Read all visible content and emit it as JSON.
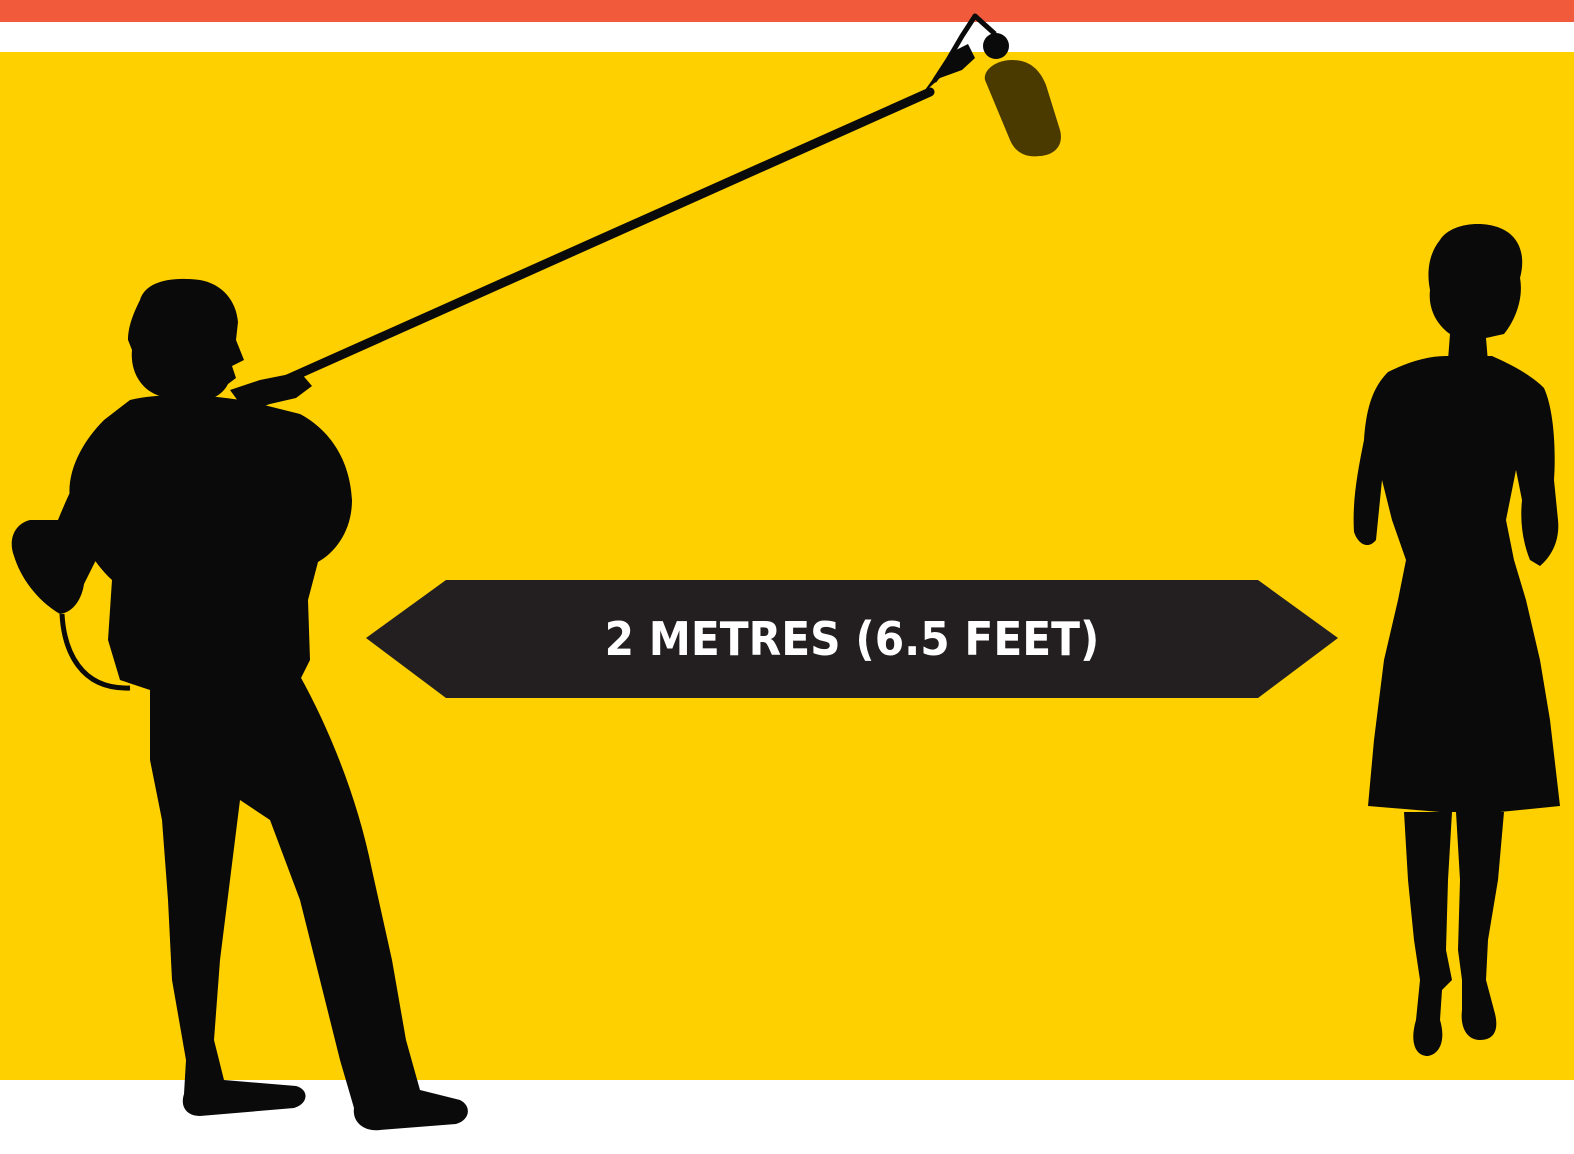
{
  "colors": {
    "accent_bar": "#F15A3A",
    "background_panel": "#FFD000",
    "silhouette": "#0a0a0a",
    "arrow_fill": "#231F20",
    "label_text": "#FFFFFF"
  },
  "distance_label": "2 METRES (6.5 FEET)",
  "figures": {
    "left": "boom-operator-silhouette",
    "right": "woman-silhouette"
  },
  "arrow": "double-headed-arrow"
}
